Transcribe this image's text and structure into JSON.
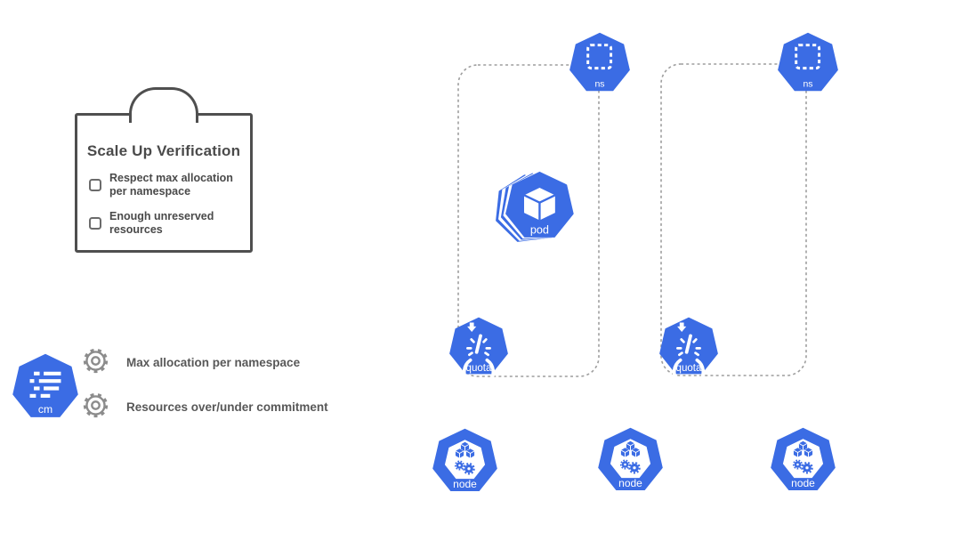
{
  "clipboard": {
    "title": "Scale Up Verification",
    "checklist": [
      {
        "label": "Respect max allocation per namespace",
        "checked": false
      },
      {
        "label": "Enough unreserved resources",
        "checked": false
      }
    ]
  },
  "legend": {
    "configmap": {
      "icon": "configmap-icon",
      "label": "cm"
    },
    "items": [
      {
        "icon": "gear-icon",
        "label": "Max allocation per namespace"
      },
      {
        "icon": "gear-icon",
        "label": "Resources over/under commitment"
      }
    ]
  },
  "diagram": {
    "namespace_groups": [
      {
        "namespace_label": "ns",
        "quota_label": "quota",
        "pod_label": "pod"
      },
      {
        "namespace_label": "ns",
        "quota_label": "quota"
      }
    ],
    "nodes": [
      {
        "label": "node"
      },
      {
        "label": "node"
      },
      {
        "label": "node"
      }
    ]
  },
  "colors": {
    "kubernetes_blue": "#3B6CE4",
    "boundary_gray": "#9E9E9E",
    "clipboard_border": "#4F4F4F",
    "text_dark": "#4A4A4A",
    "gear_gray": "#8C8C8C"
  }
}
